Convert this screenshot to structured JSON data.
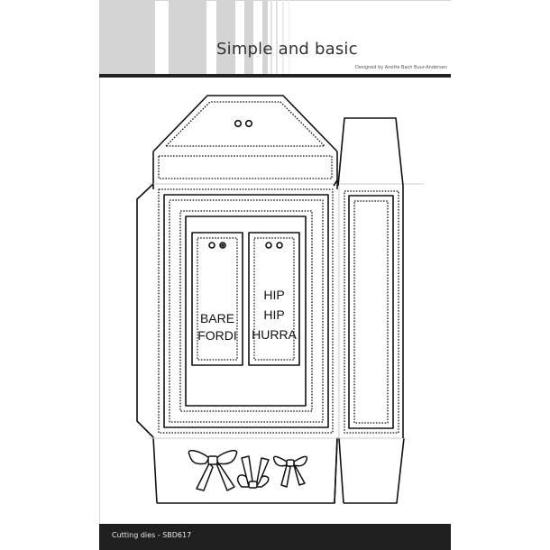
{
  "header": {
    "title": "Simple and basic",
    "subtitle": "Designed by Anette Bach Buur-Andersen"
  },
  "footer": {
    "label": "Cutting dies - SBD617"
  },
  "colors": {
    "stripe_gray": "#d4d4d4",
    "header_rule": "#222222",
    "footer_bg": "#1f1f1f",
    "footer_text": "#e8e8e8",
    "line": "#111111"
  },
  "tags": [
    {
      "name": "tag-bare-fordi",
      "lines": [
        "BARE",
        "FORDI"
      ]
    },
    {
      "name": "tag-hip-hip-hurra",
      "lines": [
        "HIP",
        "HIP",
        "HURRA"
      ]
    }
  ],
  "bows": {
    "count": 3
  }
}
